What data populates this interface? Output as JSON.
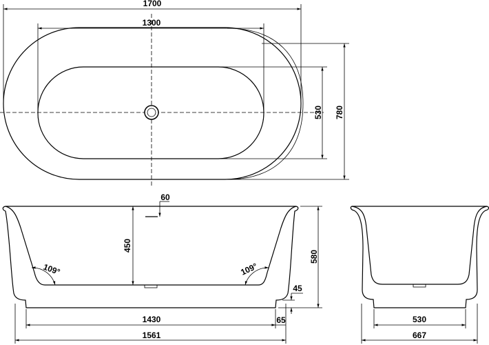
{
  "top_view": {
    "overall_length": "1700",
    "inner_length": "1300",
    "inner_width": "530",
    "overall_width": "780"
  },
  "side_view": {
    "overflow_offset": "60",
    "inner_depth": "450",
    "overall_height": "580",
    "left_angle": "109°",
    "right_angle": "109°",
    "plinth_height": "45",
    "base_length": "1430",
    "plinth_offset": "65",
    "bottom_length": "1561"
  },
  "end_view": {
    "base_width": "530",
    "bottom_width": "667"
  }
}
